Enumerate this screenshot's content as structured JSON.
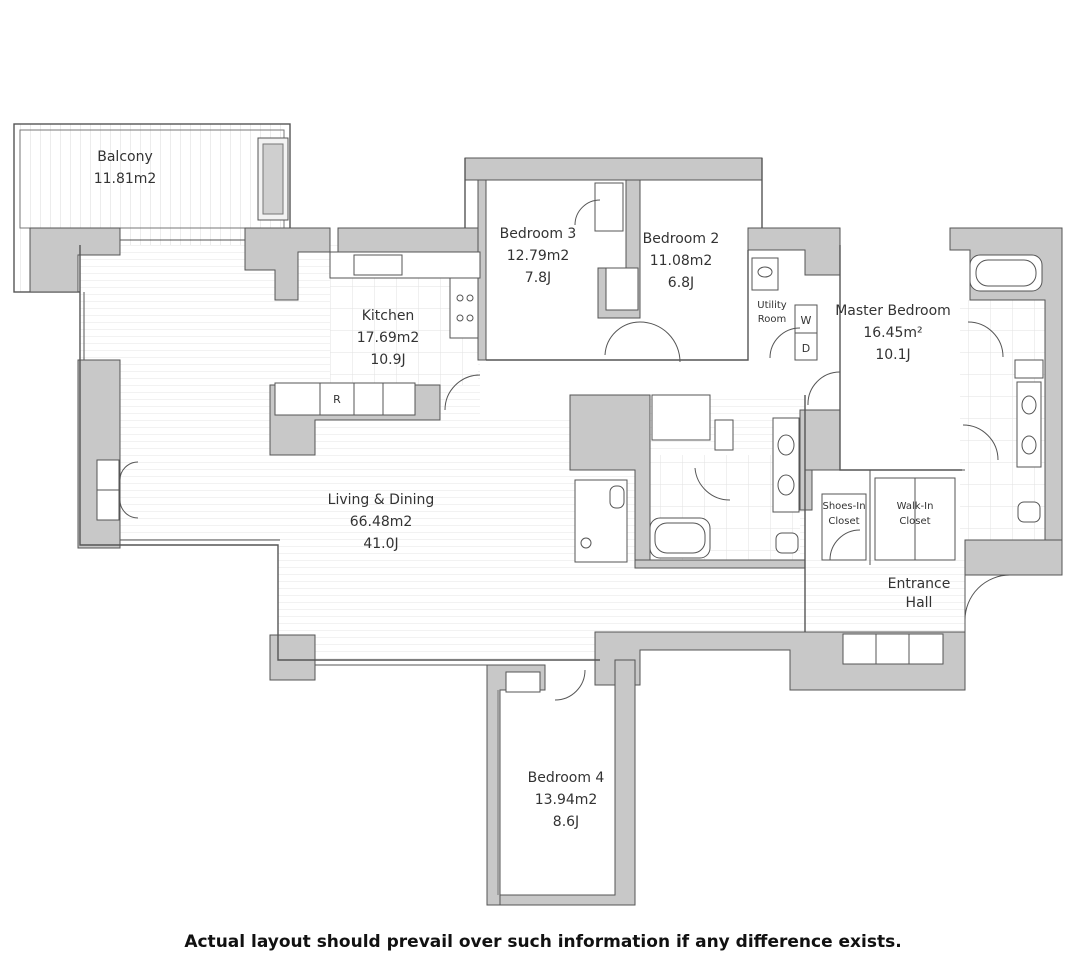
{
  "rooms": {
    "balcony": {
      "name": "Balcony",
      "area": "11.81m2"
    },
    "kitchen": {
      "name": "Kitchen",
      "area": "17.69m2",
      "jo": "10.9J"
    },
    "bedroom3": {
      "name": "Bedroom 3",
      "area": "12.79m2",
      "jo": "7.8J"
    },
    "bedroom2": {
      "name": "Bedroom 2",
      "area": "11.08m2",
      "jo": "6.8J"
    },
    "master": {
      "name": "Master Bedroom",
      "area": "16.45m²",
      "jo": "10.1J"
    },
    "living": {
      "name": "Living & Dining",
      "area": "66.48m2",
      "jo": "41.0J"
    },
    "bedroom4": {
      "name": "Bedroom 4",
      "area": "13.94m2",
      "jo": "8.6J"
    },
    "utility": {
      "line1": "Utility",
      "line2": "Room"
    },
    "shoes": {
      "line1": "Shoes-In",
      "line2": "Closet"
    },
    "walkin": {
      "line1": "Walk-In",
      "line2": "Closet"
    },
    "entrance": {
      "line1": "Entrance",
      "line2": "Hall"
    }
  },
  "fixtures": {
    "refrigerator": "R",
    "washer": "W",
    "dryer": "D"
  },
  "footer": {
    "disclaimer": "Actual layout should prevail over such information if any difference exists."
  }
}
